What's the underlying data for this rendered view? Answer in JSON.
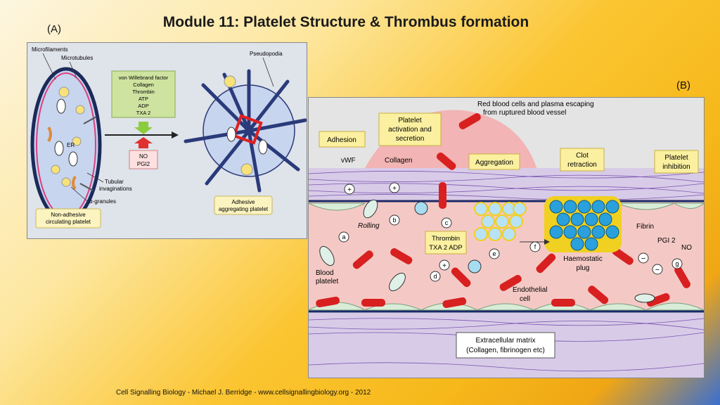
{
  "slide": {
    "title": "Module 11: Platelet Structure & Thrombus formation",
    "label_a": "(A)",
    "label_b": "(B)",
    "footer": "Cell Signalling Biology - Michael J. Berridge - www.cellsignallingbiology.org - 2012"
  },
  "panel_a": {
    "microfilaments": "Microfilaments",
    "microtubules": "Microtubules",
    "er": "ER",
    "tubular": "Tubular",
    "invaginations": "invaginations",
    "granules": "α-granules",
    "nonadhesive_1": "Non-adhesive",
    "nonadhesive_2": "circulating platelet",
    "agonists": [
      "von Willebrand factor",
      "Collagen",
      "Thrombin",
      "ATP",
      "ADP",
      "TXA 2"
    ],
    "no": "NO",
    "pgi": "PGI2",
    "pseudopodia": "Pseudopodia",
    "adhesive_1": "Adhesive",
    "adhesive_2": "aggregating platelet"
  },
  "panel_b": {
    "escape_1": "Red blood cells and plasma escaping",
    "escape_2": "from ruptured blood vessel",
    "adhesion": "Adhesion",
    "activation": [
      "Platelet",
      "activation and",
      "secretion"
    ],
    "aggregation": "Aggregation",
    "clot": [
      "Clot",
      "retraction"
    ],
    "inhibition": [
      "Platelet",
      "inhibition"
    ],
    "vwf": "vWF",
    "collagen": "Collagen",
    "rolling": "Rolling",
    "steps": [
      "a",
      "b",
      "c",
      "d",
      "e",
      "f",
      "g"
    ],
    "thrombin": "Thrombin",
    "txa_adp": "TXA 2  ADP",
    "fibrin": "Fibrin",
    "pgi2": "PGI 2",
    "no": "NO",
    "blood_platelet": [
      "Blood",
      "platelet"
    ],
    "haemostatic": [
      "Haemostatic",
      "plug"
    ],
    "endothelial": [
      "Endothelial",
      "cell"
    ],
    "ecm": [
      "Extracellular matrix",
      "(Collagen, fibrinogen etc)"
    ]
  }
}
